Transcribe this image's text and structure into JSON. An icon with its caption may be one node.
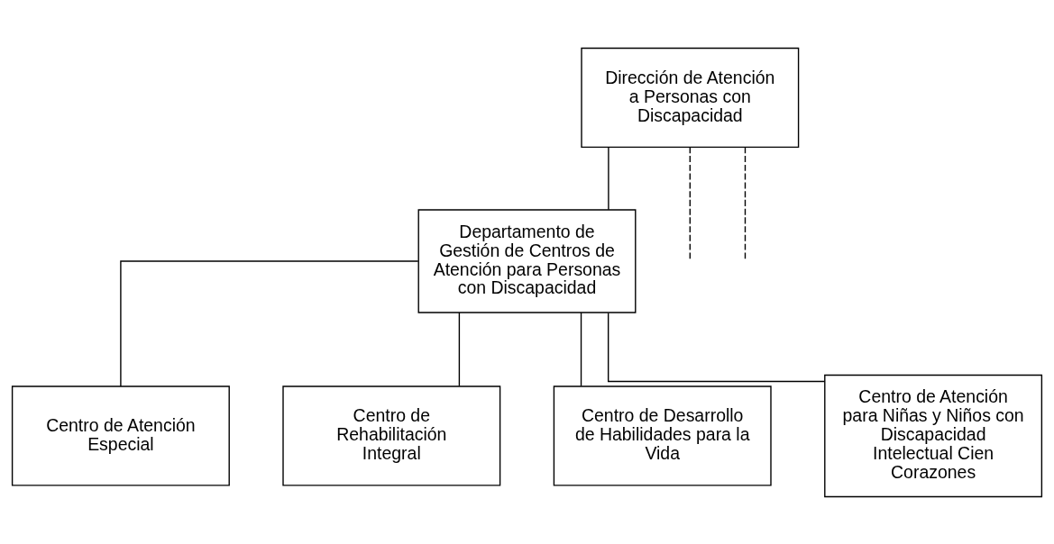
{
  "diagram": {
    "nodes": [
      {
        "text": [
          "Dirección de Atención a Personas con Discapacidad"
        ]
      },
      {
        "text": [
          "Departamento de Gestión de Centros de Atención para Personas con Discapacidad"
        ]
      },
      {
        "text": [
          "Centro de Atención Especial"
        ]
      },
      {
        "text": [
          "Centro de Rehabilitación Integral"
        ]
      },
      {
        "text": [
          "Centro de Desarrollo de Habilidades para la Vida"
        ]
      },
      {
        "text": [
          "Centro de Atención para Niñas y Niños con Discapacidad Intelectual Cien Corazones"
        ]
      }
    ],
    "edges": [
      {
        "from": 0,
        "to": 1,
        "arrow": "none"
      },
      {
        "from": 0,
        "to": null,
        "arrow": "none",
        "style": "dashed"
      },
      {
        "from": 0,
        "to": null,
        "arrow": "none",
        "style": "dashed"
      },
      {
        "from": 1,
        "to": 2,
        "arrow": "none"
      },
      {
        "from": 1,
        "to": 3,
        "arrow": "none"
      },
      {
        "from": 1,
        "to": 4,
        "arrow": "none"
      },
      {
        "from": 1,
        "to": 5,
        "arrow": "none"
      }
    ]
  }
}
